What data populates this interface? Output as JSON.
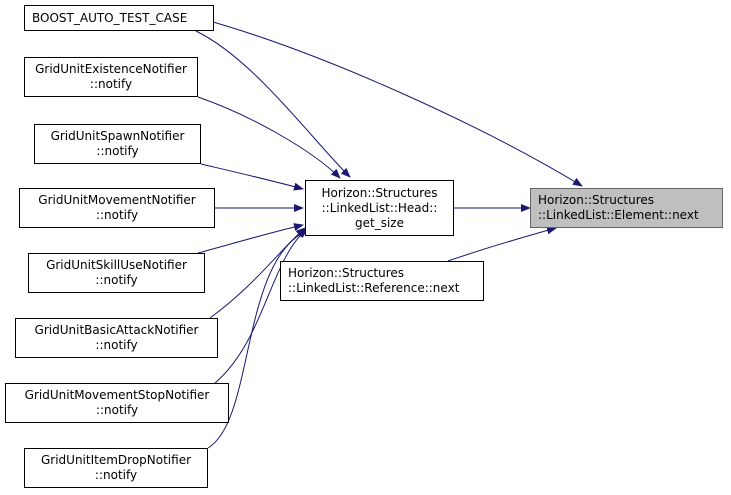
{
  "nodes": {
    "boost": {
      "line1": "BOOST_AUTO_TEST_CASE",
      "line2": ""
    },
    "existence": {
      "line1": "GridUnitExistenceNotifier",
      "line2": "::notify"
    },
    "spawn": {
      "line1": "GridUnitSpawnNotifier",
      "line2": "::notify"
    },
    "movement": {
      "line1": "GridUnitMovementNotifier",
      "line2": "::notify"
    },
    "skilluse": {
      "line1": "GridUnitSkillUseNotifier",
      "line2": "::notify"
    },
    "basicattack": {
      "line1": "GridUnitBasicAttackNotifier",
      "line2": "::notify"
    },
    "movementstop": {
      "line1": "GridUnitMovementStopNotifier",
      "line2": "::notify"
    },
    "itemdrop": {
      "line1": "GridUnitItemDropNotifier",
      "line2": "::notify"
    },
    "head": {
      "line1": "Horizon::Structures",
      "line2": "::LinkedList::Head::",
      "line3": "get_size"
    },
    "reference": {
      "line1": "Horizon::Structures",
      "line2": "::LinkedList::Reference::next"
    },
    "element": {
      "line1": "Horizon::Structures",
      "line2": "::LinkedList::Element::next"
    }
  },
  "edges": [
    [
      "boost",
      "head"
    ],
    [
      "boost",
      "element"
    ],
    [
      "existence",
      "head"
    ],
    [
      "spawn",
      "head"
    ],
    [
      "movement",
      "head"
    ],
    [
      "skilluse",
      "head"
    ],
    [
      "basicattack",
      "head"
    ],
    [
      "movementstop",
      "head"
    ],
    [
      "itemdrop",
      "head"
    ],
    [
      "head",
      "element"
    ],
    [
      "reference",
      "element"
    ]
  ],
  "colors": {
    "edge": "#191970",
    "node_border": "#000000",
    "highlight_fill": "#bfbfbf"
  }
}
